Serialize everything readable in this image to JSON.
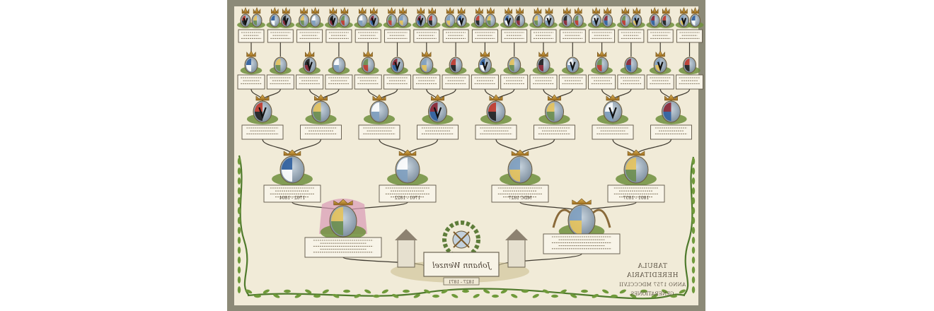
{
  "artwork": {
    "caption": {
      "line1": "TABULA HEREDITARIA",
      "line2": "ANNO 1757 MDCCCLVII",
      "line3": "GENERATIONES"
    },
    "center_signature": "Johann Wenzel",
    "center_date": "1827 - 1871",
    "gen2_dates": [
      "1762 - 1804",
      "1761 - 1822",
      "MDC 1827",
      "1801 - 1857"
    ]
  }
}
